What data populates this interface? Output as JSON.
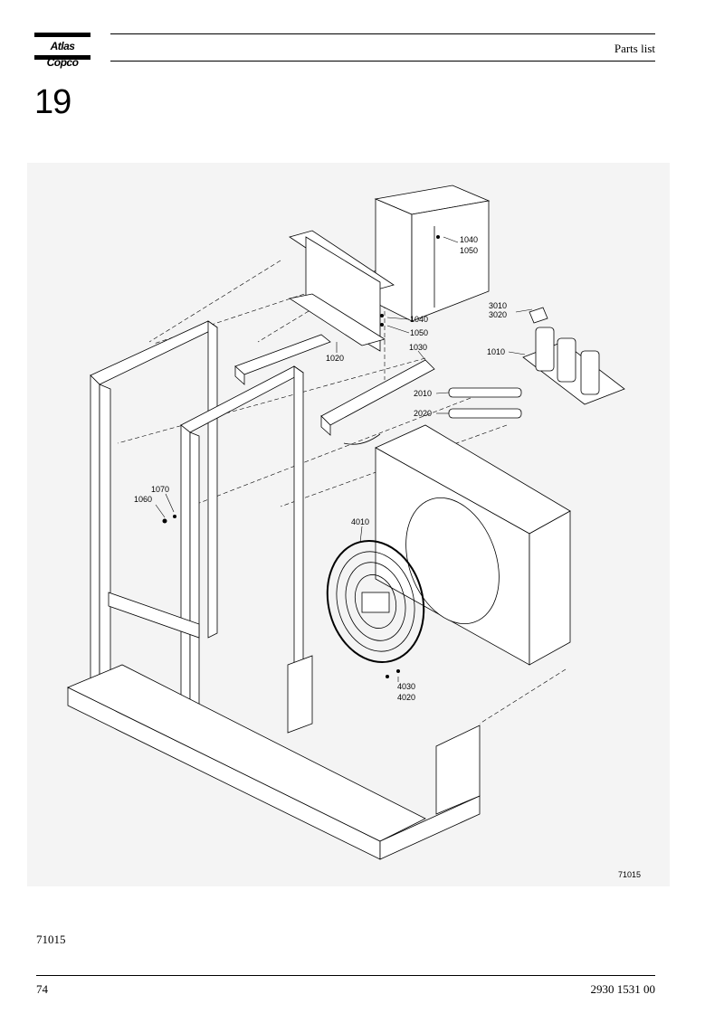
{
  "header": {
    "brand": "Atlas Copco",
    "title": "Parts list"
  },
  "section_number": "19",
  "drawing": {
    "drawing_id": "71015",
    "callouts": {
      "c1040a": "1040",
      "c1050a": "1050",
      "c3010": "3010",
      "c3020": "3020",
      "c1040b": "1040",
      "c1050b": "1050",
      "c1020": "1020",
      "c1030": "1030",
      "c1010": "1010",
      "c2010": "2010",
      "c2020": "2020",
      "c1070": "1070",
      "c1060": "1060",
      "c4010": "4010",
      "c4030": "4030",
      "c4020": "4020"
    }
  },
  "caption_id": "71015",
  "footer": {
    "page_number": "74",
    "doc_number": "2930 1531 00"
  }
}
